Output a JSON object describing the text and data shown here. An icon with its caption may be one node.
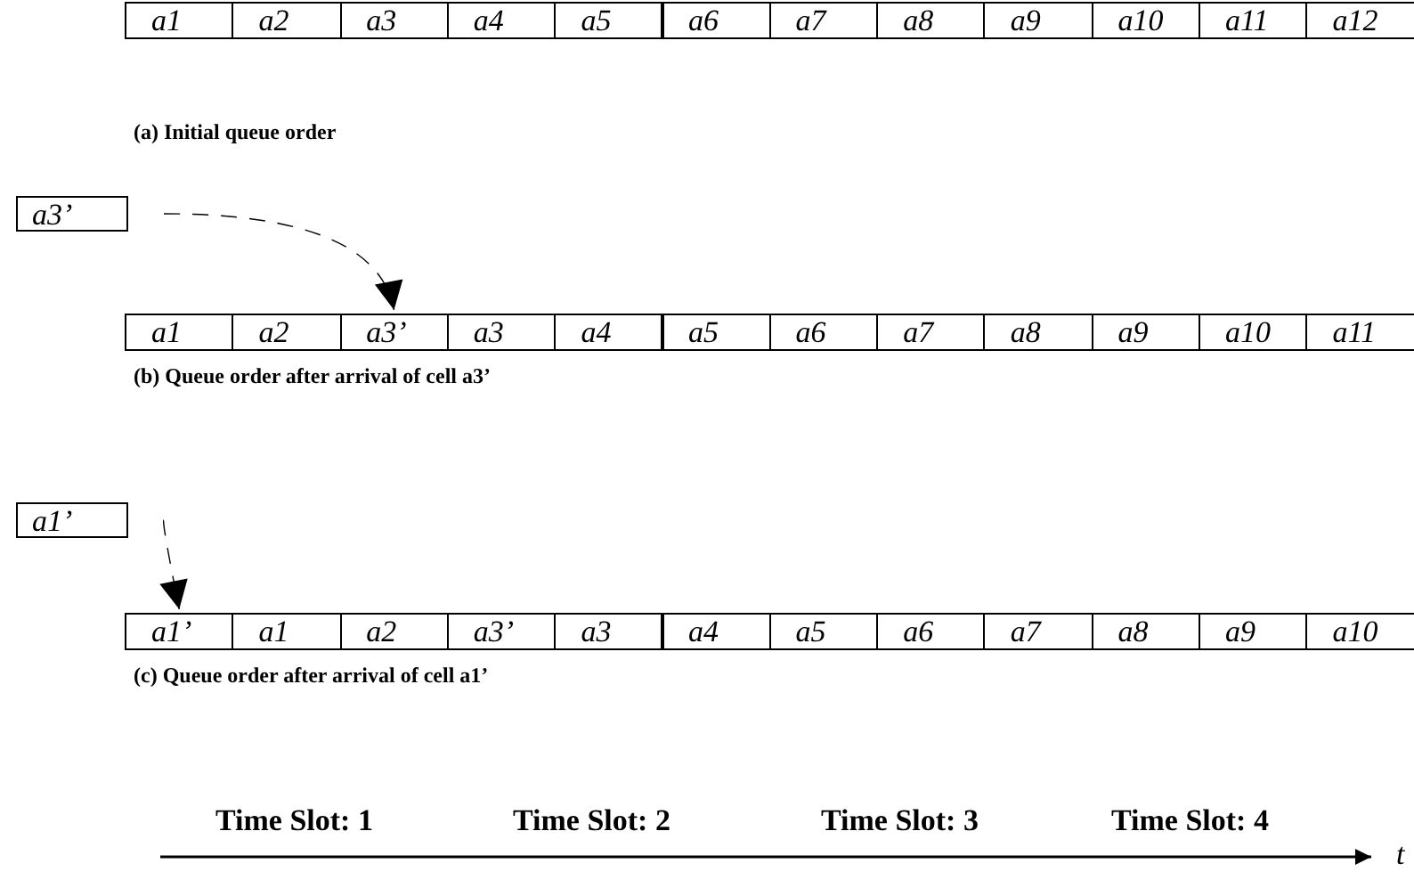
{
  "diagram": {
    "nodes": [
      {
        "text": [
          "a1"
        ]
      },
      {
        "text": [
          "a2"
        ]
      },
      {
        "text": [
          "a3"
        ]
      },
      {
        "text": [
          "a4"
        ]
      },
      {
        "text": [
          "a5"
        ]
      },
      {
        "text": [
          "a6"
        ]
      },
      {
        "text": [
          "a7"
        ]
      },
      {
        "text": [
          "a8"
        ]
      },
      {
        "text": [
          "a9"
        ]
      },
      {
        "text": [
          "a10"
        ]
      },
      {
        "text": [
          "a11"
        ]
      },
      {
        "text": [
          "a12"
        ]
      },
      {
        "text": [
          "a3’"
        ]
      },
      {
        "text": [
          "a1"
        ]
      },
      {
        "text": [
          "a2"
        ]
      },
      {
        "text": [
          "a3’"
        ]
      },
      {
        "text": [
          "a3"
        ]
      },
      {
        "text": [
          "a4"
        ]
      },
      {
        "text": [
          "a5"
        ]
      },
      {
        "text": [
          "a6"
        ]
      },
      {
        "text": [
          "a7"
        ]
      },
      {
        "text": [
          "a8"
        ]
      },
      {
        "text": [
          "a9"
        ]
      },
      {
        "text": [
          "a10"
        ]
      },
      {
        "text": [
          "a11"
        ]
      },
      {
        "text": [
          "a1’"
        ]
      },
      {
        "text": [
          "a1’"
        ]
      },
      {
        "text": [
          "a1"
        ]
      },
      {
        "text": [
          "a2"
        ]
      },
      {
        "text": [
          "a3’"
        ]
      },
      {
        "text": [
          "a3"
        ]
      },
      {
        "text": [
          "a4"
        ]
      },
      {
        "text": [
          "a5"
        ]
      },
      {
        "text": [
          "a6"
        ]
      },
      {
        "text": [
          "a7"
        ]
      },
      {
        "text": [
          "a8"
        ]
      },
      {
        "text": [
          "a9"
        ]
      },
      {
        "text": [
          "a10"
        ]
      }
    ],
    "edges": [
      {
        "from": 12,
        "to": 15,
        "arrow": "to",
        "style": "dashed"
      },
      {
        "from": 25,
        "to": 26,
        "arrow": "to",
        "style": "dashed"
      }
    ],
    "labels": [
      "(a) Initial queue order",
      "(b) Queue order after arrival of cell a3’",
      "(c) Queue order after arrival of cell a1’",
      "Time Slot: 1",
      "Time Slot: 2",
      "Time Slot: 3",
      "Time Slot: 4",
      "t"
    ]
  }
}
